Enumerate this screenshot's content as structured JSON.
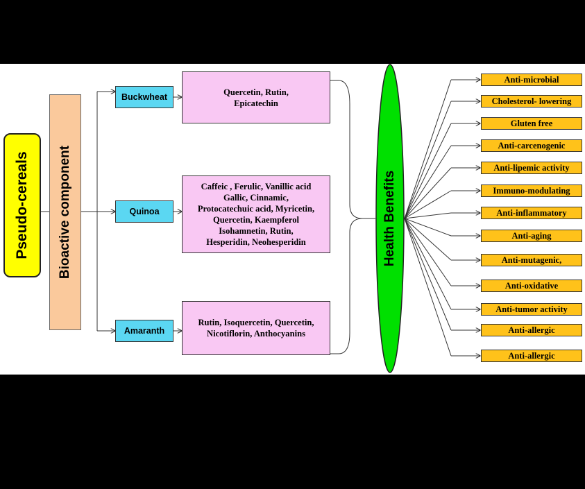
{
  "root": {
    "label": "Pseudo-cereals"
  },
  "component": {
    "label": "Bioactive component"
  },
  "grains": [
    {
      "name": "Buckwheat",
      "compounds": [
        "Quercetin, Rutin,",
        "Epicatechin"
      ]
    },
    {
      "name": "Quinoa",
      "compounds": [
        "Caffeic , Ferulic, Vanillic acid",
        "Gallic, Cinnamic,",
        "Protocatechuic acid, Myricetin,",
        "Quercetin, Kaempferol",
        "Isohamnetin, Rutin,",
        "Hesperidin, Neohesperidin"
      ]
    },
    {
      "name": "Amaranth",
      "compounds": [
        "Rutin, Isoquercetin,  Quercetin,",
        "Nicotiflorin,  Anthocyanins"
      ]
    }
  ],
  "health": {
    "label": "Health Benefits"
  },
  "benefits": [
    "Anti-microbial",
    "Cholesterol- lowering",
    "Gluten free",
    "Anti-carcenogenic",
    "Anti-lipemic activity",
    "Immuno-modulating",
    "Anti-inflammatory",
    "Anti-aging",
    "Anti-mutagenic,",
    "Anti-oxidative",
    "Anti-tumor activity",
    "Anti-allergic",
    "Anti-allergic"
  ],
  "colors": {
    "root": "#ffff00",
    "component": "#fac99c",
    "grain": "#5bd7f2",
    "compound": "#f9c8f3",
    "health": "#00e000",
    "benefit": "#ffc21a"
  }
}
